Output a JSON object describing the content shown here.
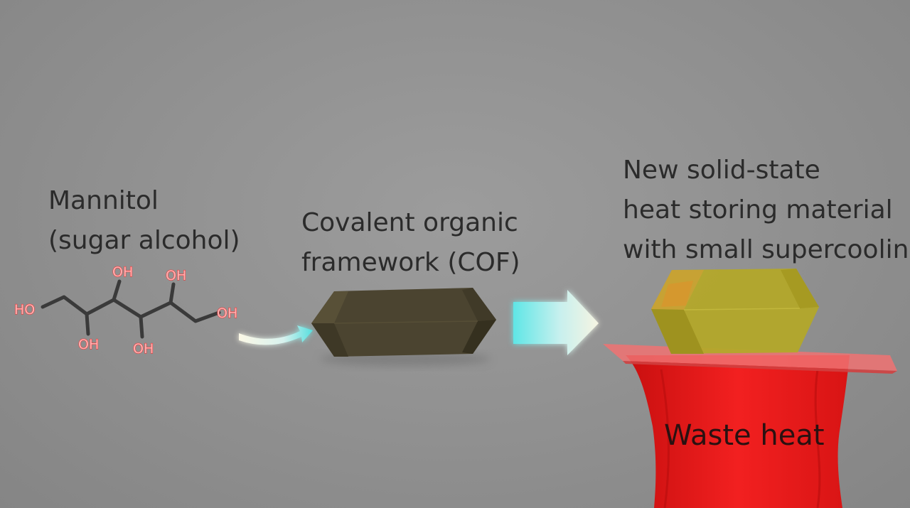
{
  "labels": {
    "mannitol_line1": "Mannitol",
    "mannitol_line2": "(sugar alcohol)",
    "cof_line1": "Covalent organic",
    "cof_line2": "framework (COF)",
    "result_line1": "New solid-state",
    "result_line2": "heat storing material",
    "result_line3": "with small supercooling",
    "waste_heat": "Waste heat"
  },
  "molecule": {
    "hydroxyl_label": "OH",
    "hydroxyl_label_left": "HO",
    "bond_color": "#3a3a3a",
    "hydroxyl_color": "#e83a3a"
  },
  "colors": {
    "cof_crystal": "#4b4430",
    "storage_crystal": "#b3a82a",
    "waste_heat": "#e51818",
    "arrow_start": "#5fe6e6",
    "arrow_end": "#f0f2e0"
  }
}
